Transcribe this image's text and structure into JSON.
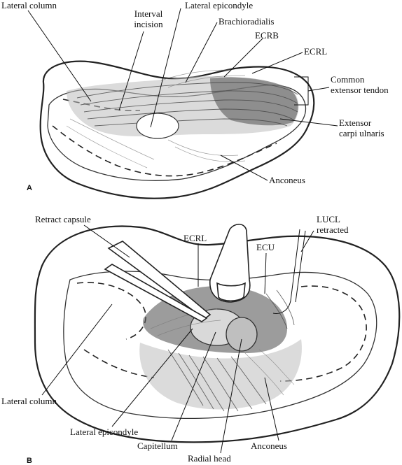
{
  "panel_a": {
    "letter": "A",
    "labels": {
      "lateral_column": "Lateral column",
      "interval_incision_1": "Interval",
      "interval_incision_2": "incision",
      "lateral_epicondyle": "Lateral epicondyle",
      "brachioradialis": "Brachioradialis",
      "ecrb": "ECRB",
      "ecrl": "ECRL",
      "common_extensor_1": "Common",
      "common_extensor_2": "extensor tendon",
      "ecu_1": "Extensor",
      "ecu_2": "carpi ulnaris",
      "anconeus": "Anconeus"
    }
  },
  "panel_b": {
    "letter": "B",
    "labels": {
      "retract_capsule": "Retract capsule",
      "ecrl": "ECRL",
      "lucl_1": "LUCL",
      "lucl_2": "retracted",
      "ecu": "ECU",
      "lateral_column": "Lateral column",
      "lateral_epicondyle": "Lateral epicondyle",
      "capitellum": "Capitellum",
      "radial_head": "Radial head",
      "anconeus": "Anconeus"
    }
  }
}
